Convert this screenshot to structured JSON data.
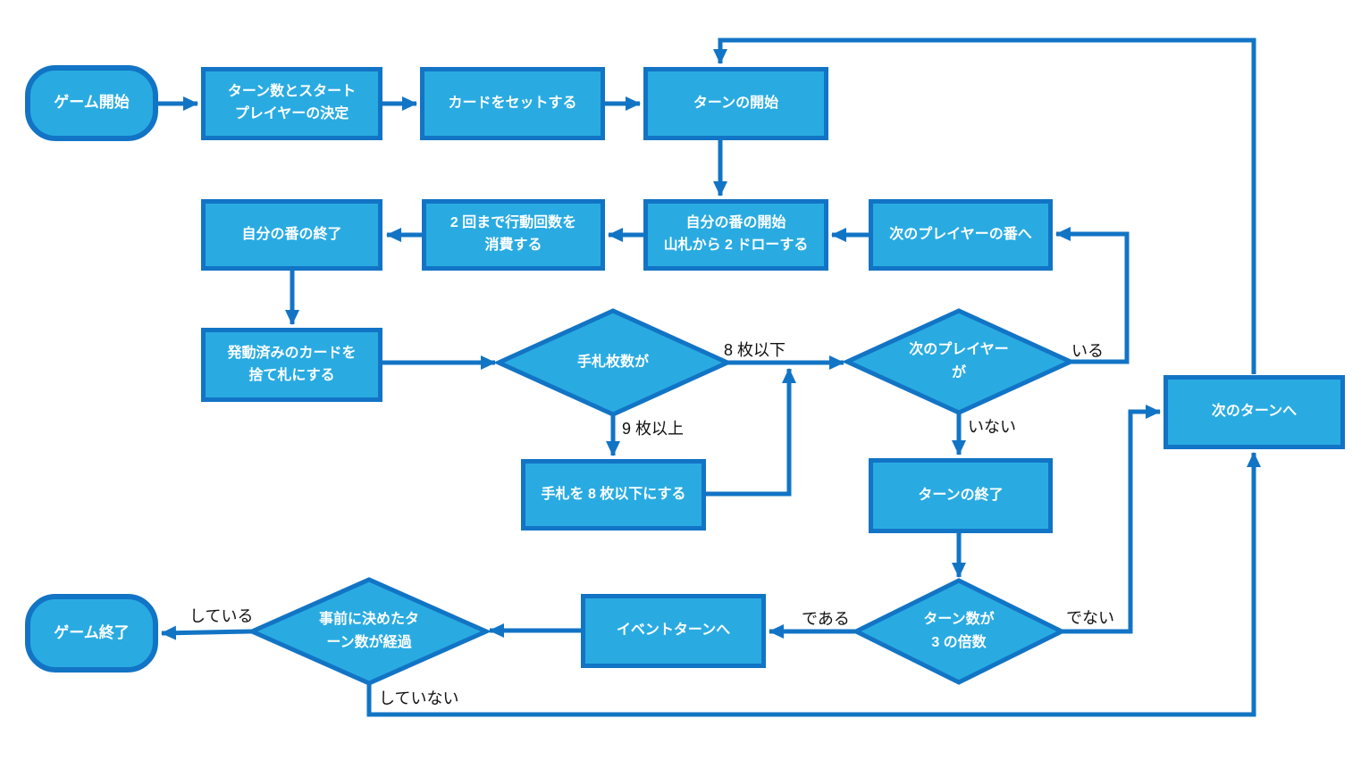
{
  "colors": {
    "node_fill": "#29ABE2",
    "node_stroke": "#1274C5",
    "node_text": "#FFFFFF",
    "label_text": "#111111",
    "background": "#FFFFFF"
  },
  "nodes": {
    "game_start": {
      "type": "terminator",
      "label": "ゲーム開始"
    },
    "decide_turns": {
      "type": "process",
      "label": "ターン数とスタート\nプレイヤーの決定"
    },
    "set_cards": {
      "type": "process",
      "label": "カードをセットする"
    },
    "turn_start": {
      "type": "process",
      "label": "ターンの開始"
    },
    "my_turn_end": {
      "type": "process",
      "label": "自分の番の終了"
    },
    "consume_actions": {
      "type": "process",
      "label": "2 回まで行動回数を\n消費する"
    },
    "my_turn_begin": {
      "type": "process",
      "label": "自分の番の開始\n山札から 2 ドローする"
    },
    "next_player_turn": {
      "type": "process",
      "label": "次のプレイヤーの番へ"
    },
    "discard_activated": {
      "type": "process",
      "label": "発動済みのカードを\n捨て札にする"
    },
    "hand_count": {
      "type": "decision",
      "label": "手札枚数が"
    },
    "next_player": {
      "type": "decision",
      "label": "次のプレイヤー\nが"
    },
    "limit_hand": {
      "type": "process",
      "label": "手札を 8 枚以下にする"
    },
    "turn_end": {
      "type": "process",
      "label": "ターンの終了"
    },
    "next_turn": {
      "type": "process",
      "label": "次のターンへ"
    },
    "turn_multiple": {
      "type": "decision",
      "label": "ターン数が\n3 の倍数"
    },
    "event_turn": {
      "type": "process",
      "label": "イベントターンへ"
    },
    "predetermined": {
      "type": "decision",
      "label": "事前に決めたタ\nーン数が経過"
    },
    "game_end": {
      "type": "terminator",
      "label": "ゲーム終了"
    }
  },
  "edge_labels": {
    "hand_8_or_less": "8 枚以下",
    "hand_9_or_more": "9 枚以上",
    "player_exists": "いる",
    "player_not_exists": "いない",
    "is_multiple": "である",
    "not_multiple": "でない",
    "elapsed": "している",
    "not_elapsed": "していない"
  },
  "edges": [
    {
      "from": "game_start",
      "to": "decide_turns"
    },
    {
      "from": "decide_turns",
      "to": "set_cards"
    },
    {
      "from": "set_cards",
      "to": "turn_start"
    },
    {
      "from": "turn_start",
      "to": "my_turn_begin"
    },
    {
      "from": "next_player_turn",
      "to": "my_turn_begin"
    },
    {
      "from": "my_turn_begin",
      "to": "consume_actions"
    },
    {
      "from": "consume_actions",
      "to": "my_turn_end"
    },
    {
      "from": "my_turn_end",
      "to": "discard_activated"
    },
    {
      "from": "discard_activated",
      "to": "hand_count"
    },
    {
      "from": "hand_count",
      "to": "next_player",
      "label_key": "hand_8_or_less"
    },
    {
      "from": "hand_count",
      "to": "limit_hand",
      "label_key": "hand_9_or_more"
    },
    {
      "from": "limit_hand",
      "to": "next_player",
      "note": "rejoins 8枚以下 line"
    },
    {
      "from": "next_player",
      "to": "next_player_turn",
      "label_key": "player_exists"
    },
    {
      "from": "next_player",
      "to": "turn_end",
      "label_key": "player_not_exists"
    },
    {
      "from": "turn_end",
      "to": "turn_multiple"
    },
    {
      "from": "turn_multiple",
      "to": "event_turn",
      "label_key": "is_multiple"
    },
    {
      "from": "turn_multiple",
      "to": "next_turn",
      "label_key": "not_multiple"
    },
    {
      "from": "event_turn",
      "to": "predetermined"
    },
    {
      "from": "predetermined",
      "to": "game_end",
      "label_key": "elapsed"
    },
    {
      "from": "predetermined",
      "to": "next_turn",
      "label_key": "not_elapsed"
    },
    {
      "from": "next_turn",
      "to": "turn_start"
    }
  ]
}
